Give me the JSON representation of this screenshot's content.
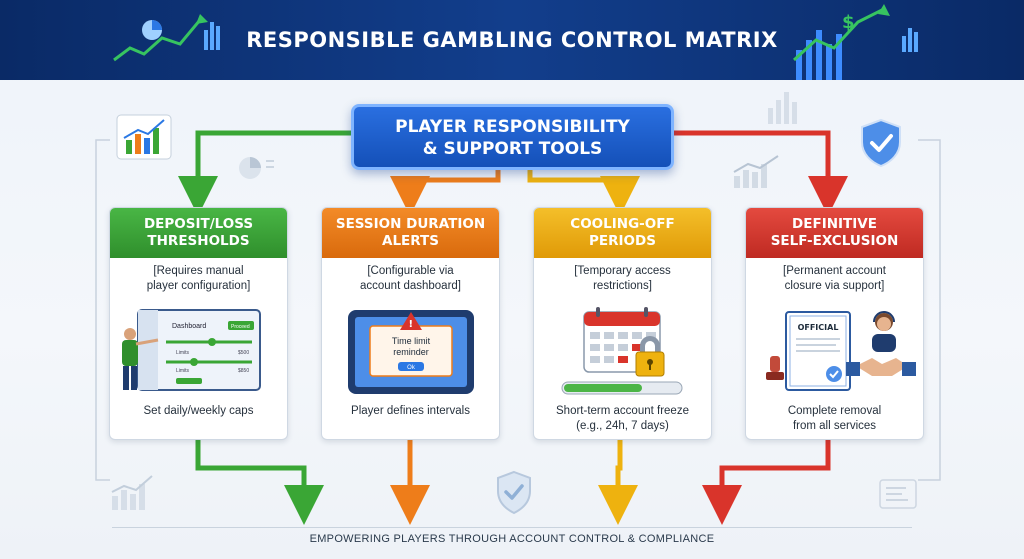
{
  "header": {
    "title": "RESPONSIBLE GAMBLING CONTROL MATRIX"
  },
  "hub": {
    "line1": "PLAYER RESPONSIBILITY",
    "line2": "& SUPPORT TOOLS"
  },
  "cards": [
    {
      "title1": "DEPOSIT/LOSS",
      "title2": "THRESHOLDS",
      "note1": "[Requires manual",
      "note2": "player configuration]",
      "foot1": "Set daily/weekly caps",
      "foot2": "",
      "color": "#3aa635",
      "illus": {
        "dash_title": "Dashboard",
        "dash_button": "Proceed",
        "row1": "Limits",
        "row1_val": "$500",
        "row2": "Limits",
        "row2_val": "$850"
      }
    },
    {
      "title1": "SESSION DURATION",
      "title2": "ALERTS",
      "note1": "[Configurable via",
      "note2": "account dashboard]",
      "foot1": "Player defines intervals",
      "foot2": "",
      "color": "#ee7d1a",
      "illus": {
        "alert1": "Time limit",
        "alert2": "reminder",
        "ok": "Ok"
      }
    },
    {
      "title1": "COOLING-OFF",
      "title2": "PERIODS",
      "note1": "[Temporary access",
      "note2": "restrictions]",
      "foot1": "Short-term account freeze",
      "foot2": "(e.g., 24h, 7 days)",
      "color": "#eeb20f",
      "illus": {}
    },
    {
      "title1": "DEFINITIVE",
      "title2": "SELF-EXCLUSION",
      "note1": "[Permanent account",
      "note2": "closure via support]",
      "foot1": "Complete removal",
      "foot2": "from all services",
      "color": "#d9342b",
      "illus": {
        "doc": "OFFICIAL"
      }
    }
  ],
  "footer": {
    "text": "EMPOWERING PLAYERS THROUGH ACCOUNT CONTROL & COMPLIANCE"
  },
  "colors": {
    "green": "#3aa635",
    "orange": "#ee7d1a",
    "yellow": "#eeb20f",
    "red": "#d9342b",
    "blue": "#1450b8"
  }
}
